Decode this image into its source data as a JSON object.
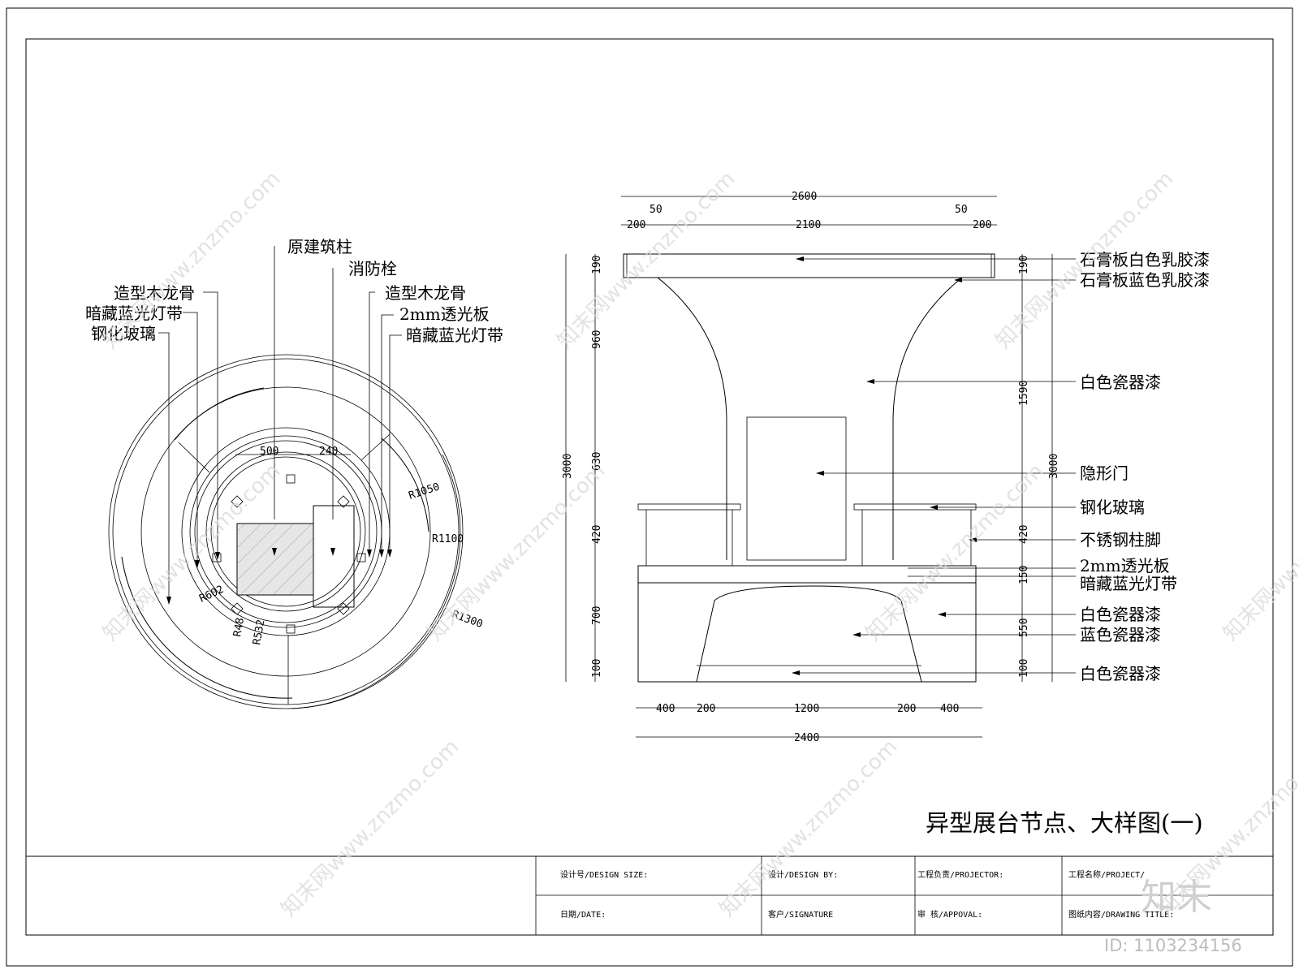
{
  "plan": {
    "callouts_left": [
      "造型木龙骨",
      "暗藏蓝光灯带",
      "钢化玻璃"
    ],
    "callouts_top": [
      "原建筑柱",
      "消防栓"
    ],
    "callouts_right": [
      "造型木龙骨",
      "2mm透光板",
      "暗藏蓝光灯带"
    ],
    "dims": [
      "500",
      "240"
    ],
    "radii": [
      "R1050",
      "R1100",
      "R1300",
      "R602",
      "R532",
      "R48"
    ]
  },
  "elevation": {
    "top_dims": {
      "overall": "2600",
      "left_small": "50",
      "right_small": "50",
      "left_edge": "200",
      "middle": "2100",
      "right_edge": "200"
    },
    "left_dims": [
      "190",
      "960",
      "630",
      "420",
      "700",
      "100"
    ],
    "left_total": "3000",
    "right_dims": [
      "190",
      "1590",
      "420",
      "150",
      "550",
      "100"
    ],
    "right_total": "3000",
    "bottom_dims": [
      "400",
      "200",
      "1200",
      "200",
      "400"
    ],
    "bottom_total": "2400",
    "callouts": [
      "石膏板白色乳胶漆",
      "石膏板蓝色乳胶漆",
      "白色瓷器漆",
      "隐形门",
      "钢化玻璃",
      "不锈钢柱脚",
      "2mm透光板",
      "暗藏蓝光灯带",
      "白色瓷器漆",
      "蓝色瓷器漆",
      "白色瓷器漆"
    ]
  },
  "drawing_title": "异型展台节点、大样图(一)",
  "title_block": {
    "design_size": "设计号/DESIGN SIZE:",
    "design_by": "设计/DESIGN BY:",
    "projector": "工程负责/PROJECTOR:",
    "project": "工程名称/PROJECT/",
    "date": "日期/DATE:",
    "signature": "客户/SIGNATURE",
    "appoval": "审      核/APPOVAL:",
    "drawing_title": "图纸内容/DRAWING TITLE:"
  },
  "watermark": {
    "text": "知末网www.znzmo.com",
    "brand": "知末",
    "id": "ID: 1103234156"
  }
}
